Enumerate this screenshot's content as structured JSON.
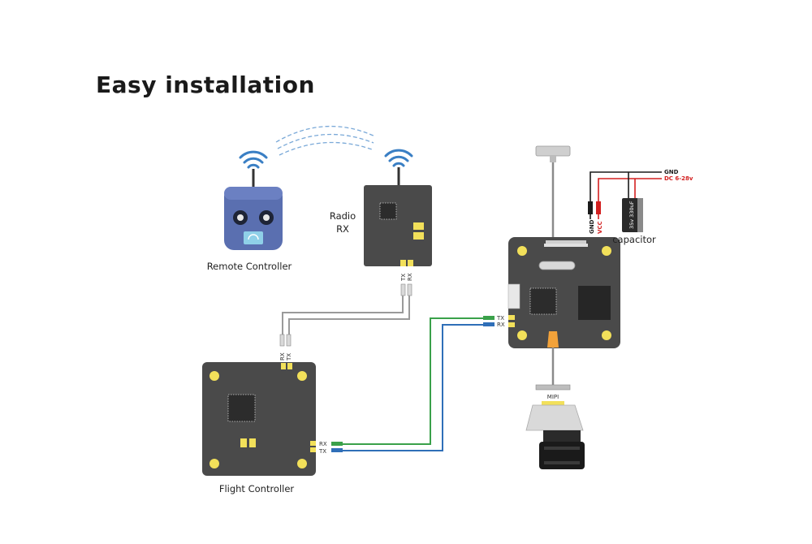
{
  "title": "Easy installation",
  "labels": {
    "remote_controller": "Remote Controller",
    "radio_rx_line1": "Radio",
    "radio_rx_line2": "RX",
    "flight_controller": "Flight Controller",
    "capacitor": "capacitor",
    "capacitor_value": "35v 330uF",
    "gnd_top": "GND",
    "dc_input": "DC 6-28v",
    "gnd_lead": "GND",
    "vcc_lead": "VCC",
    "mipi": "MIPI",
    "rx_tx": "TX",
    "rx_rx": "RX",
    "fc_top_rx": "RX",
    "fc_top_tx": "TX",
    "fc_right_rx": "RX",
    "fc_right_tx": "TX",
    "vtx_tx": "TX",
    "vtx_rx": "RX"
  },
  "colors": {
    "board": "#4a4a4a",
    "pad": "#f2e05a",
    "remote_body": "#5a6fb0",
    "antenna_blue": "#3a7fc4",
    "wire_gray": "#9a9a9a",
    "wire_green": "#3aa14a",
    "wire_blue": "#2f6fb8",
    "wire_red": "#d32020",
    "wire_black": "#1a1a1a"
  }
}
